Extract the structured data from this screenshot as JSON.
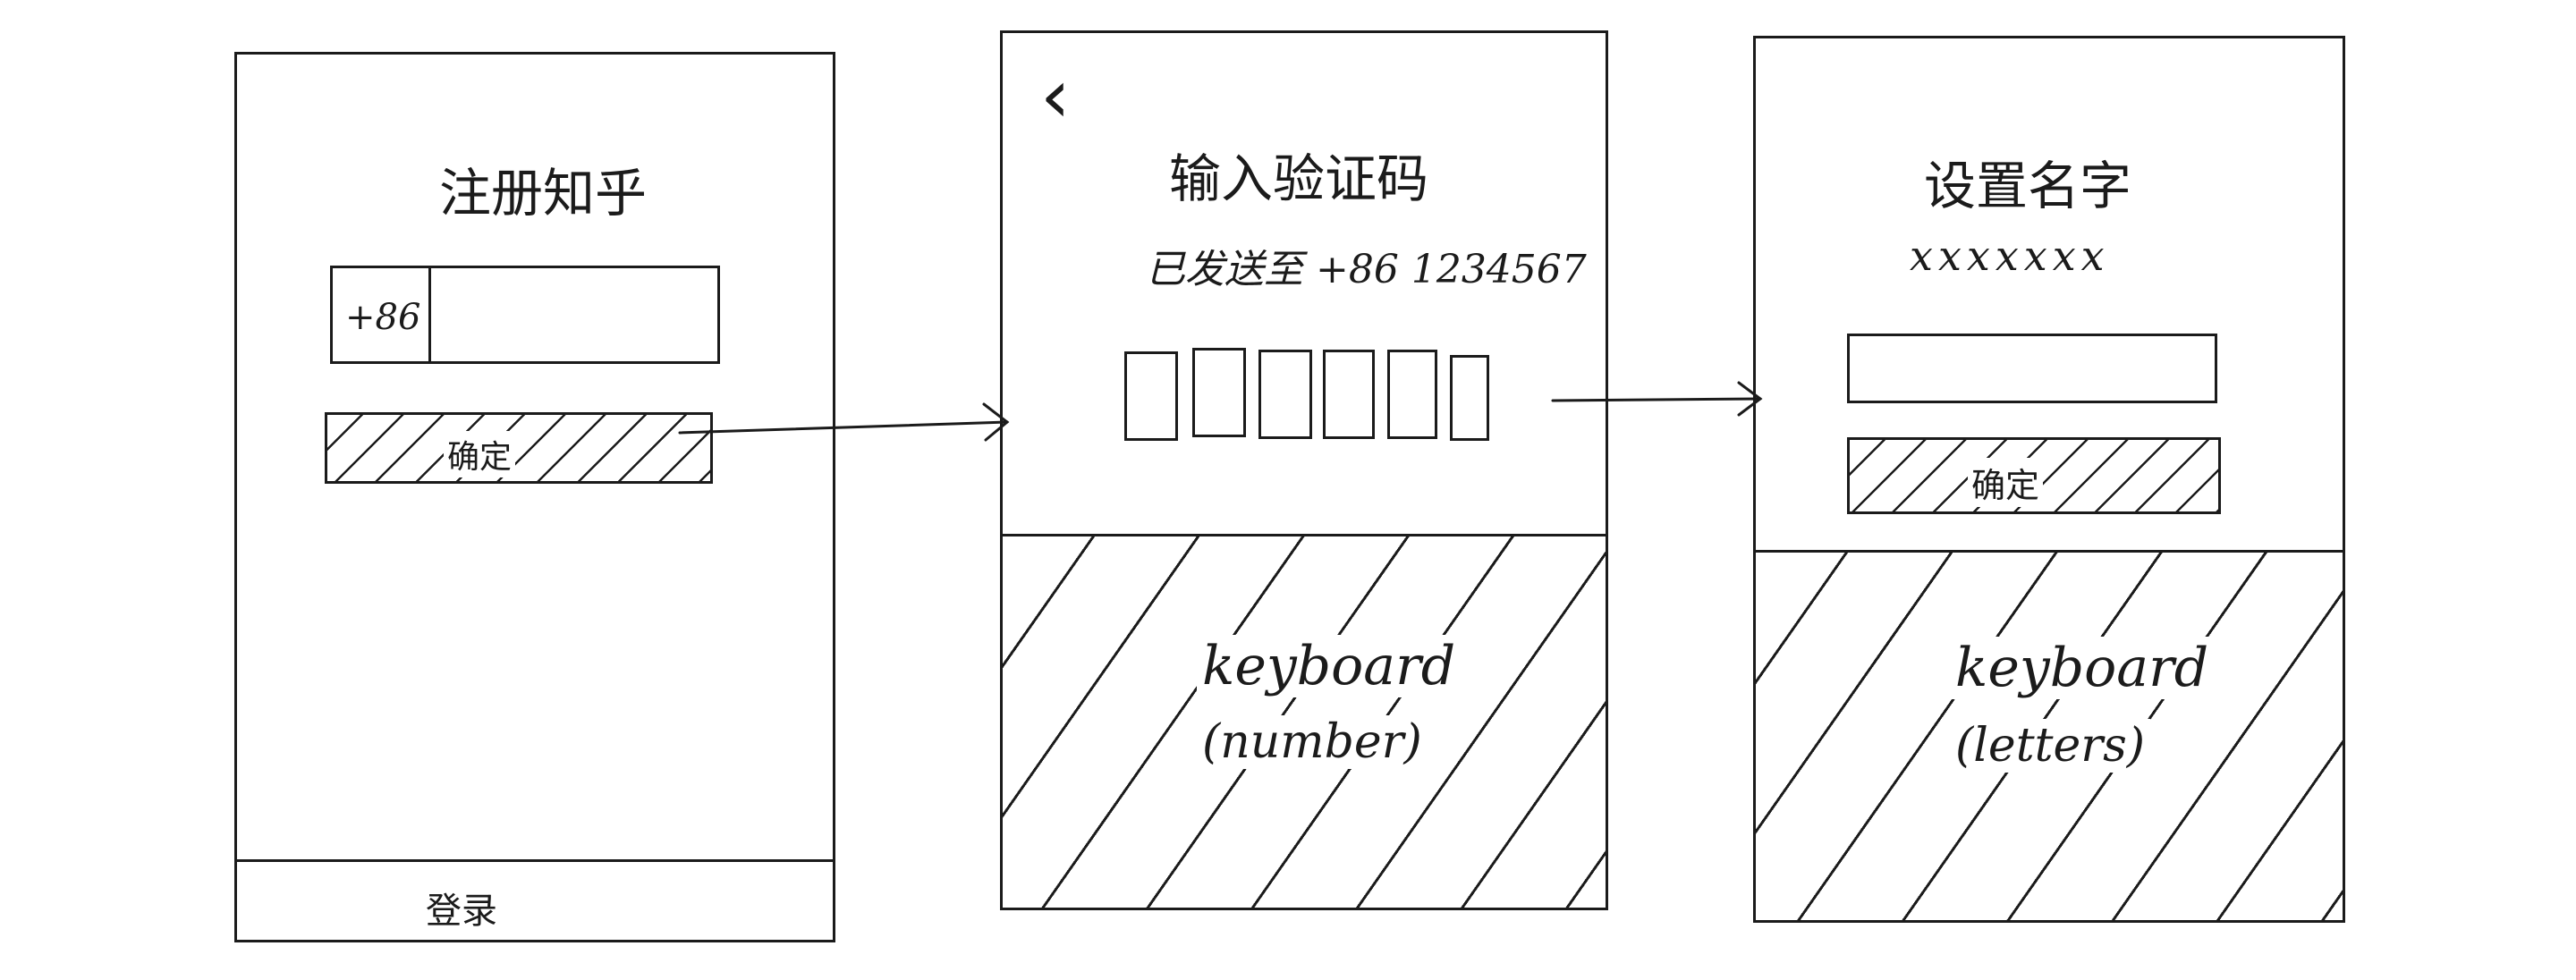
{
  "screen1": {
    "title": "注册知乎",
    "country_code": "+86",
    "phone_value": "",
    "confirm_label": "确定",
    "footer_label": "登录"
  },
  "screen2": {
    "back_glyph": "‹",
    "title": "输入验证码",
    "subtitle": "已发送至 +86 1234567",
    "code_boxes": [
      "",
      "",
      "",
      "",
      "",
      ""
    ],
    "keyboard_line1": "keyboard",
    "keyboard_line2": "(number)"
  },
  "screen3": {
    "title": "设置名字",
    "subtitle": "xxxxxxx",
    "name_value": "",
    "confirm_label": "确定",
    "keyboard_line1": "keyboard",
    "keyboard_line2": "(letters)"
  },
  "icons": {
    "back": "chevron-left-icon",
    "arrow": "arrow-right-icon"
  },
  "colors": {
    "ink": "#1b1b1b",
    "paper": "#ffffff"
  }
}
